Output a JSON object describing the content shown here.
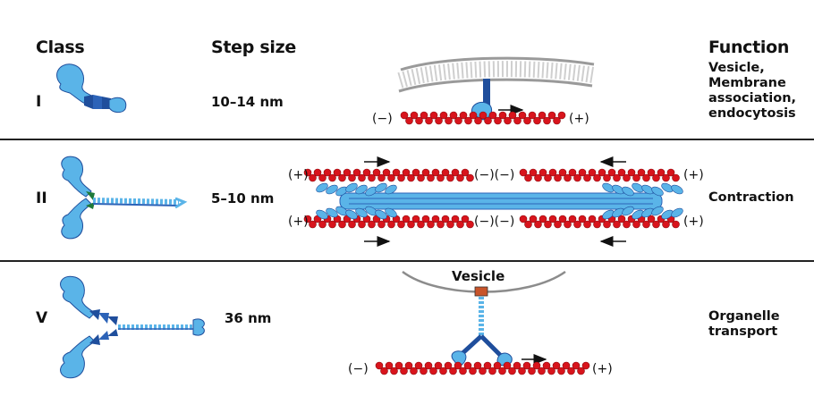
{
  "headers": {
    "class": "Class",
    "step_size": "Step size",
    "function": "Function"
  },
  "rows": [
    {
      "class": "I",
      "step_size": "10–14 nm",
      "function": [
        "Vesicle,",
        "Membrane",
        "association,",
        "endocytosis"
      ]
    },
    {
      "class": "II",
      "step_size": "5–10 nm",
      "function": [
        "Contraction"
      ]
    },
    {
      "class": "V",
      "step_size": "36 nm",
      "function": [
        "Organelle",
        "transport"
      ]
    }
  ],
  "polarity": {
    "minus": "(−)",
    "plus": "(+)",
    "minus_pair": "(−)(−)"
  },
  "vesicle_label": "Vesicle",
  "colors": {
    "actin": "#d8141c",
    "myosin_light": "#5ab4e8",
    "myosin_dark": "#1f4e9c",
    "membrane": "#bdbdbd",
    "adaptor": "#c8542a",
    "green_head": "#1e7a3a"
  }
}
